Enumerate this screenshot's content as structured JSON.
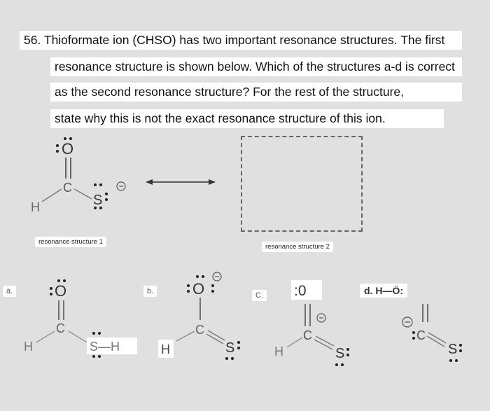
{
  "question": {
    "lines": [
      "56. Thioformate ion (CHSO) has two important resonance structures. The first",
      "resonance structure is shown below. Which of the structures a-d is correct",
      "as the second resonance structure? For the rest of the structure,",
      "state why this is not the exact resonance structure of this ion."
    ]
  },
  "structures": {
    "rs1_label": "resonance structure 1",
    "rs2_label": "resonance structure 2"
  },
  "options": {
    "a": "a.",
    "b": "b.",
    "c": "C.",
    "d": "d. H—Ö:"
  },
  "atoms": {
    "O": "O",
    "C": "C",
    "H": "H",
    "S": "S",
    "SH": "S—H",
    "O_colon": ":0"
  }
}
